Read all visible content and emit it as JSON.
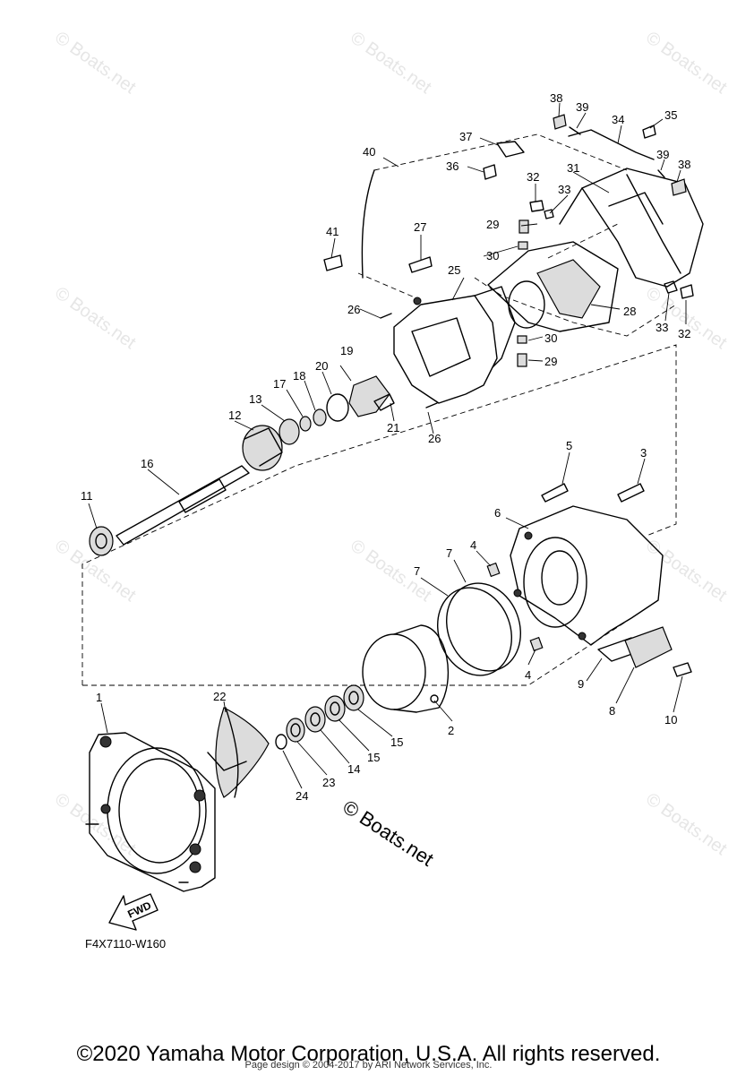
{
  "diagram": {
    "part_numbers": [
      "1",
      "2",
      "3",
      "4",
      "5",
      "6",
      "7",
      "8",
      "9",
      "10",
      "11",
      "12",
      "13",
      "14",
      "15",
      "16",
      "17",
      "18",
      "19",
      "20",
      "21",
      "22",
      "23",
      "24",
      "25",
      "26",
      "27",
      "28",
      "29",
      "30",
      "31",
      "32",
      "33",
      "34",
      "35",
      "36",
      "37",
      "38",
      "39",
      "40",
      "41"
    ],
    "labels": {
      "l1": "1",
      "l2": "2",
      "l3": "3",
      "l4a": "4",
      "l4b": "4",
      "l5": "5",
      "l6": "6",
      "l7a": "7",
      "l7b": "7",
      "l8": "8",
      "l9": "9",
      "l10": "10",
      "l11": "11",
      "l12": "12",
      "l13": "13",
      "l14": "14",
      "l15a": "15",
      "l15b": "15",
      "l16": "16",
      "l17": "17",
      "l18": "18",
      "l19": "19",
      "l20": "20",
      "l21": "21",
      "l22": "22",
      "l23": "23",
      "l24": "24",
      "l25": "25",
      "l26a": "26",
      "l26b": "26",
      "l27": "27",
      "l28": "28",
      "l29a": "29",
      "l29b": "29",
      "l30a": "30",
      "l30b": "30",
      "l31": "31",
      "l32a": "32",
      "l32b": "32",
      "l33a": "33",
      "l33b": "33",
      "l34": "34",
      "l35": "35",
      "l36": "36",
      "l37": "37",
      "l38a": "38",
      "l38b": "38",
      "l39a": "39",
      "l39b": "39",
      "l40": "40",
      "l41": "41"
    },
    "fwd_label": "FWD",
    "diagram_code": "F4X7110-W160",
    "watermark_small": "© Boats.net",
    "watermark_large": "© Boats.net"
  },
  "footer": {
    "copyright": "©2020 Yamaha Motor Corporation, U.S.A. All rights reserved.",
    "page_credit": "Page design © 2004-2017 by ARI Network Services, Inc."
  }
}
